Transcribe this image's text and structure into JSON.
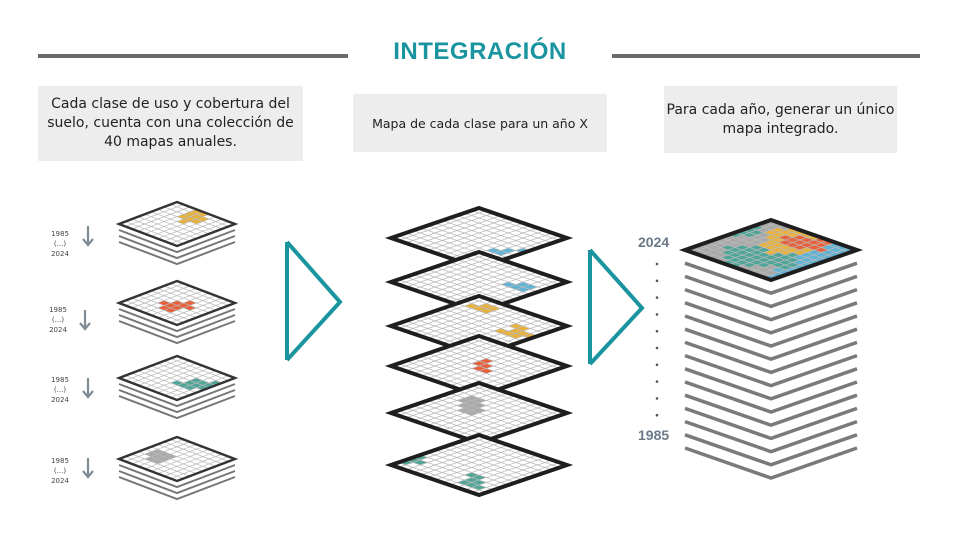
{
  "title": "INTEGRACIÓN",
  "boxes": {
    "left": "Cada clase de uso y cobertura  del suelo, cuenta con una colección de 40 mapas anuales.",
    "middle": "Mapa de cada clase para un año X",
    "right": "Para cada año, generar un único mapa integrado."
  },
  "left_stacks": [
    {
      "year_start": "1985",
      "ellipsis": "(...)",
      "year_end": "2024",
      "class_color": "#e9b23c"
    },
    {
      "year_start": "1985",
      "ellipsis": "(...)",
      "year_end": "2024",
      "class_color": "#e8613a"
    },
    {
      "year_start": "1985",
      "ellipsis": "(...)",
      "year_end": "2024",
      "class_color": "#4fa698"
    },
    {
      "year_start": "1985",
      "ellipsis": "(...)",
      "year_end": "2024",
      "class_color": "#a9a9a9"
    }
  ],
  "right_stack": {
    "year_top": "2024",
    "year_bottom": "1985"
  },
  "colors": {
    "accent": "#1a95a0",
    "rule": "#6a6a6a",
    "box": "#ededed",
    "arrow": "#7f8c95"
  }
}
